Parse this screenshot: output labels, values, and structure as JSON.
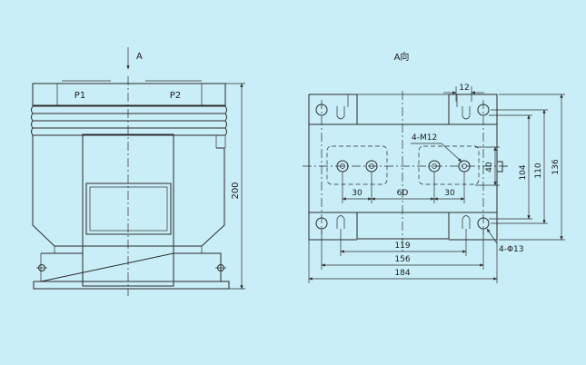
{
  "left_view": {
    "view_arrow_label": "A",
    "terminal_labels": [
      "P1",
      "P2"
    ],
    "height_dim": "200"
  },
  "right_view": {
    "title": "A向",
    "dims": {
      "top_width": "12",
      "thread_callout": "4-M12",
      "height_inner": "40",
      "height_104": "104",
      "height_110": "110",
      "height_136": "136",
      "gap_left": "30",
      "gap_center": "6D",
      "gap_right": "30",
      "width_119": "119",
      "width_156": "156",
      "width_184": "184",
      "hole_callout": "4-Φ13"
    }
  }
}
